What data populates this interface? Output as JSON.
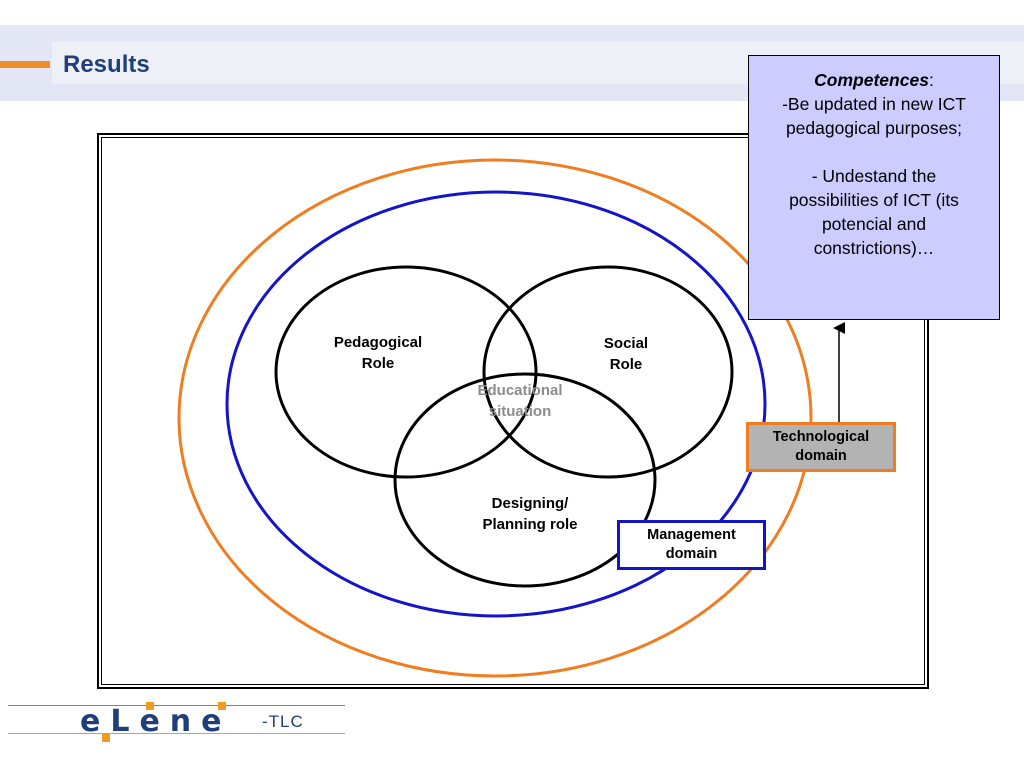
{
  "slide": {
    "title": "Results"
  },
  "roles": {
    "pedagogical": [
      "Pedagogical",
      "Role"
    ],
    "social": [
      "Social",
      "Role"
    ],
    "designing": [
      "Designing/",
      "Planning role"
    ],
    "center": [
      "Educational",
      "situation"
    ]
  },
  "domains": {
    "technological": [
      "Technological",
      "domain"
    ],
    "management": [
      "Management",
      "domain"
    ]
  },
  "competences": {
    "title": "Competences",
    "title_suffix": ":",
    "lines_a": [
      "-Be updated in new ICT",
      "pedagogical purposes;"
    ],
    "lines_b": [
      "- Undestand the",
      "possibilities of ICT (its",
      "potencial and",
      "constrictions)…"
    ]
  },
  "footer": {
    "logo_text": "eLene",
    "logo_suffix": "-TLC"
  },
  "colors": {
    "title_blue": "#1f3f7a",
    "orange": "#ef7d22",
    "blue": "#1414c8",
    "competences_bg": "#ccccff",
    "tech_bg": "#b3b3b3",
    "center_text": "#8c8c8c"
  }
}
